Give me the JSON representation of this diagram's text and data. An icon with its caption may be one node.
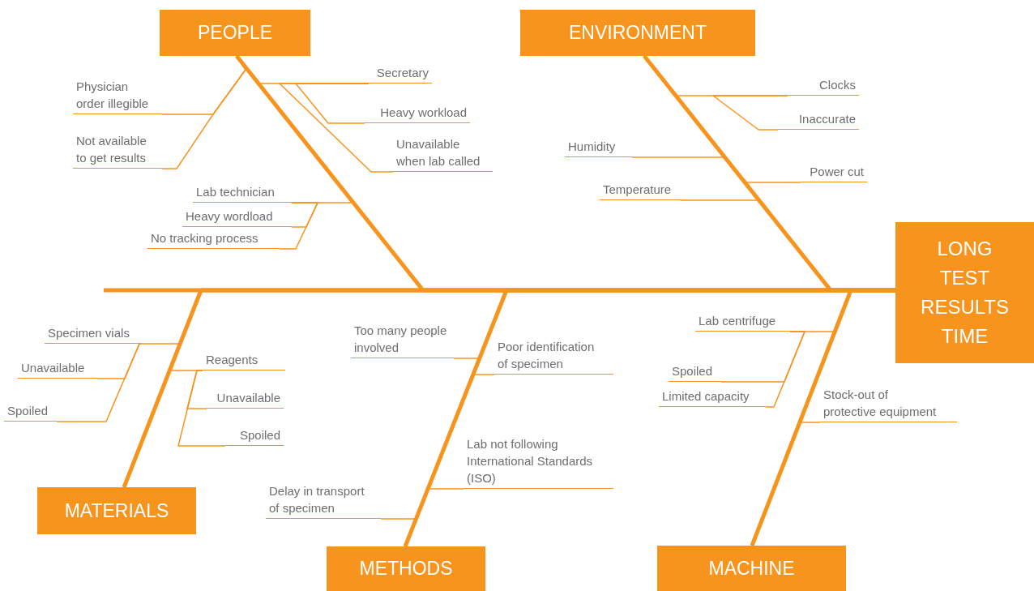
{
  "diagram": {
    "nodes": [
      {
        "text": [
          "PEOPLE"
        ]
      },
      {
        "text": [
          "Physician order illegible"
        ]
      },
      {
        "text": [
          "Not available to get results"
        ]
      },
      {
        "text": [
          "Secretary"
        ]
      },
      {
        "text": [
          "Heavy workload"
        ]
      },
      {
        "text": [
          "Unavailable when lab called"
        ]
      },
      {
        "text": [
          "Lab technician"
        ]
      },
      {
        "text": [
          "Heavy wordload"
        ]
      },
      {
        "text": [
          "No tracking process"
        ]
      },
      {
        "text": [
          "ENVIRONMENT"
        ]
      },
      {
        "text": [
          "Clocks"
        ]
      },
      {
        "text": [
          "Inaccurate"
        ]
      },
      {
        "text": [
          "Humidity"
        ]
      },
      {
        "text": [
          "Power cut"
        ]
      },
      {
        "text": [
          "Temperature"
        ]
      },
      {
        "text": [
          "LONG TEST RESULTS TIME"
        ]
      },
      {
        "text": [
          "MATERIALS"
        ]
      },
      {
        "text": [
          "Specimen vials"
        ]
      },
      {
        "text": [
          "Unavailable"
        ]
      },
      {
        "text": [
          "Spoiled"
        ]
      },
      {
        "text": [
          "Reagents"
        ]
      },
      {
        "text": [
          "Unavailable"
        ]
      },
      {
        "text": [
          "Spoiled"
        ]
      },
      {
        "text": [
          "METHODS"
        ]
      },
      {
        "text": [
          "Too many people involved"
        ]
      },
      {
        "text": [
          "Poor identification of specimen"
        ]
      },
      {
        "text": [
          "Lab not following International Standards (ISO)"
        ]
      },
      {
        "text": [
          "Delay in transport of specimen"
        ]
      },
      {
        "text": [
          "MACHINE"
        ]
      },
      {
        "text": [
          "Lab centrifuge"
        ]
      },
      {
        "text": [
          "Spoiled"
        ]
      },
      {
        "text": [
          "Limited capacity"
        ]
      },
      {
        "text": [
          "Stock-out of protective equipment"
        ]
      }
    ],
    "edges": [
      {
        "from": 0,
        "to": 15,
        "arrow": "none",
        "style": "thick"
      },
      {
        "from": 1,
        "to": 0,
        "arrow": "none"
      },
      {
        "from": 2,
        "to": 0,
        "arrow": "none"
      },
      {
        "from": 3,
        "to": 0,
        "arrow": "none"
      },
      {
        "from": 4,
        "to": 3,
        "arrow": "none"
      },
      {
        "from": 5,
        "to": 3,
        "arrow": "none"
      },
      {
        "from": 6,
        "to": 0,
        "arrow": "none"
      },
      {
        "from": 7,
        "to": 6,
        "arrow": "none"
      },
      {
        "from": 8,
        "to": 6,
        "arrow": "none"
      },
      {
        "from": 9,
        "to": 15,
        "arrow": "none",
        "style": "thick"
      },
      {
        "from": 10,
        "to": 9,
        "arrow": "none"
      },
      {
        "from": 11,
        "to": 10,
        "arrow": "none"
      },
      {
        "from": 12,
        "to": 9,
        "arrow": "none"
      },
      {
        "from": 13,
        "to": 9,
        "arrow": "none"
      },
      {
        "from": 14,
        "to": 9,
        "arrow": "none"
      },
      {
        "from": 16,
        "to": 15,
        "arrow": "none",
        "style": "thick"
      },
      {
        "from": 17,
        "to": 16,
        "arrow": "none"
      },
      {
        "from": 18,
        "to": 17,
        "arrow": "none"
      },
      {
        "from": 19,
        "to": 17,
        "arrow": "none"
      },
      {
        "from": 20,
        "to": 16,
        "arrow": "none"
      },
      {
        "from": 21,
        "to": 20,
        "arrow": "none"
      },
      {
        "from": 22,
        "to": 20,
        "arrow": "none"
      },
      {
        "from": 23,
        "to": 15,
        "arrow": "none",
        "style": "thick"
      },
      {
        "from": 24,
        "to": 23,
        "arrow": "none"
      },
      {
        "from": 25,
        "to": 23,
        "arrow": "none"
      },
      {
        "from": 26,
        "to": 23,
        "arrow": "none"
      },
      {
        "from": 27,
        "to": 23,
        "arrow": "none"
      },
      {
        "from": 28,
        "to": 15,
        "arrow": "none",
        "style": "thick"
      },
      {
        "from": 29,
        "to": 28,
        "arrow": "none"
      },
      {
        "from": 30,
        "to": 29,
        "arrow": "none"
      },
      {
        "from": 31,
        "to": 29,
        "arrow": "none"
      },
      {
        "from": 32,
        "to": 28,
        "arrow": "none"
      }
    ]
  }
}
